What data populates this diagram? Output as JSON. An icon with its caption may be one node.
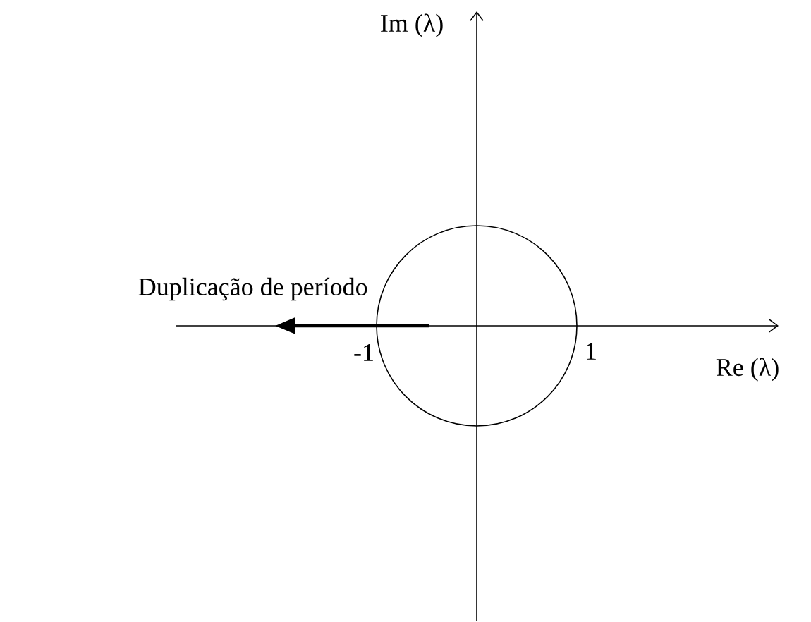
{
  "diagram": {
    "nodes": [
      {
        "text": [],
        "shape": "circle"
      }
    ],
    "labels": [
      "Im (λ)",
      "Duplicação de período",
      "-1",
      "1",
      "Re (λ)"
    ]
  }
}
